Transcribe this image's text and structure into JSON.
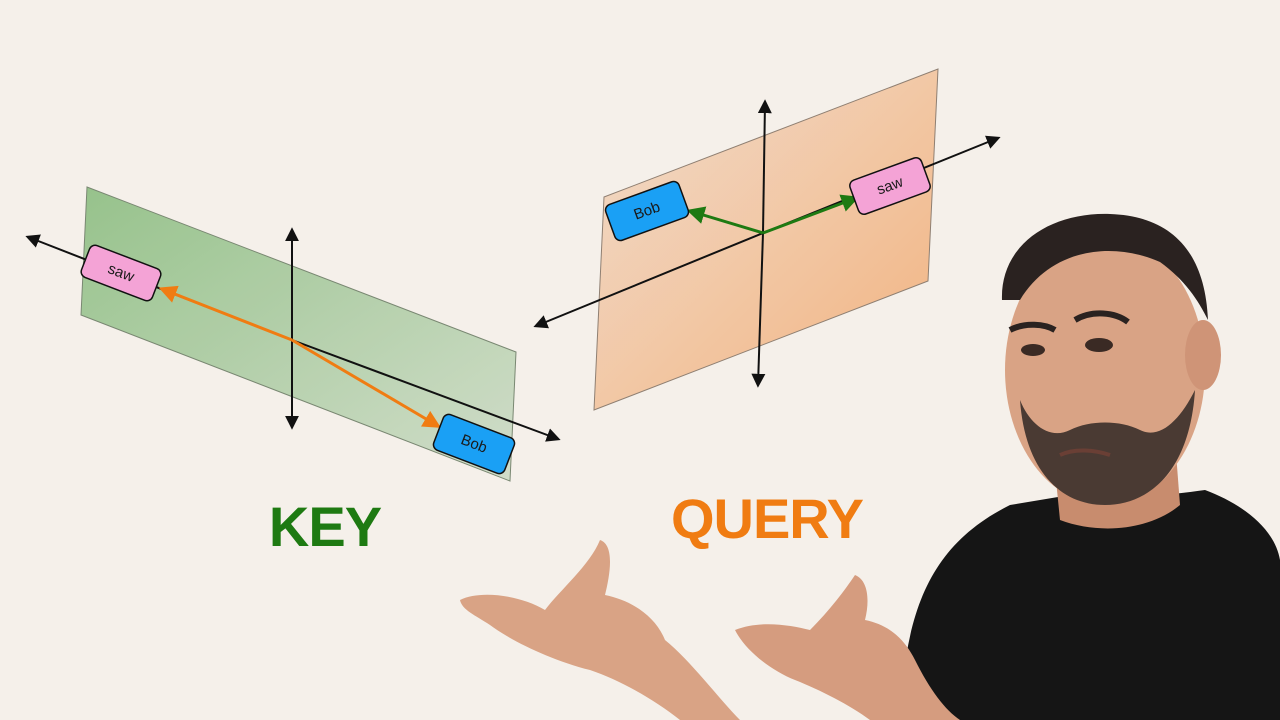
{
  "diagrams": {
    "key": {
      "title": "KEY",
      "title_color": "#1e7a12",
      "plane_color": "#8fbf84",
      "vector_color": "#f07c12",
      "tokens": {
        "saw": {
          "label": "saw",
          "color": "#f4a3d6"
        },
        "bob": {
          "label": "Bob",
          "color": "#1aa0f5"
        }
      }
    },
    "query": {
      "title": "QUERY",
      "title_color": "#f07c12",
      "plane_color": "#f3b27a",
      "vector_color": "#1e7a12",
      "tokens": {
        "bob": {
          "label": "Bob",
          "color": "#1aa0f5"
        },
        "saw": {
          "label": "saw",
          "color": "#f4a3d6"
        }
      }
    }
  },
  "presenter": {
    "skin": "#d9a385",
    "shirt": "#151515",
    "hair": "#2a2220"
  }
}
